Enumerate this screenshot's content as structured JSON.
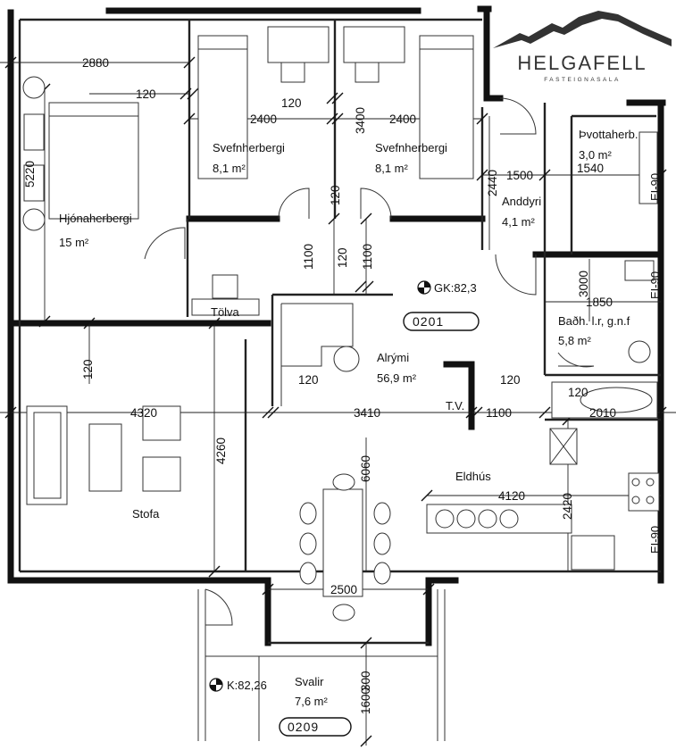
{
  "logo": {
    "name": "HELGAFELL",
    "tagline": "FASTEIGNASALA",
    "icon": "mountain-icon"
  },
  "rooms": {
    "master": {
      "name": "Hjónaherbergi",
      "area": "15    m²"
    },
    "bed1": {
      "name": "Svefnherbergi",
      "area": "8,1   m²"
    },
    "bed2": {
      "name": "Svefnherbergi",
      "area": "8,1   m²"
    },
    "laundry": {
      "name": "Þvottaherb.",
      "area": "3,0   m²"
    },
    "entry": {
      "name": "Anddyri",
      "area": "4,1   m²"
    },
    "bath": {
      "name": "Baðh. l.r, g.n.f",
      "area": "5,8   m²"
    },
    "living": {
      "name": "Stofa"
    },
    "common": {
      "name": "Alrými",
      "area": "56,9 m²"
    },
    "kitchen": {
      "name": "Eldhús"
    },
    "balcony": {
      "name": "Svalir",
      "area": "7,6   m²"
    },
    "computer": {
      "name": "Tölva"
    }
  },
  "codes": {
    "apartment": "0201",
    "balcony": "0209"
  },
  "levels": {
    "main": "GK:82,3",
    "balcony": "K:82,26"
  },
  "tv": "T.V.",
  "fire": {
    "a": "EI-90",
    "b": "EI-90",
    "c": "EI-90"
  },
  "dims": {
    "d2880": "2880",
    "d120a": "120",
    "d2400a": "2400",
    "d120b": "120",
    "d3400": "3400",
    "d2400b": "2400",
    "d5220": "5220",
    "d1500": "1500",
    "d1540": "1540",
    "d2440": "2440",
    "d120c": "120",
    "d1100a": "1100",
    "d120d": "120",
    "d1100b": "1100",
    "d3000": "3000",
    "d1850": "1850",
    "d120e": "120",
    "d120f": "120",
    "d120g": "120",
    "d120h": "120",
    "d4320": "4320",
    "d3410": "3410",
    "d1100c": "1100",
    "d2010": "2010",
    "d4260": "4260",
    "d6060": "6060",
    "d4120": "4120",
    "d2420": "2420",
    "d2500": "2500",
    "d300": "300",
    "d1600": "1600"
  }
}
